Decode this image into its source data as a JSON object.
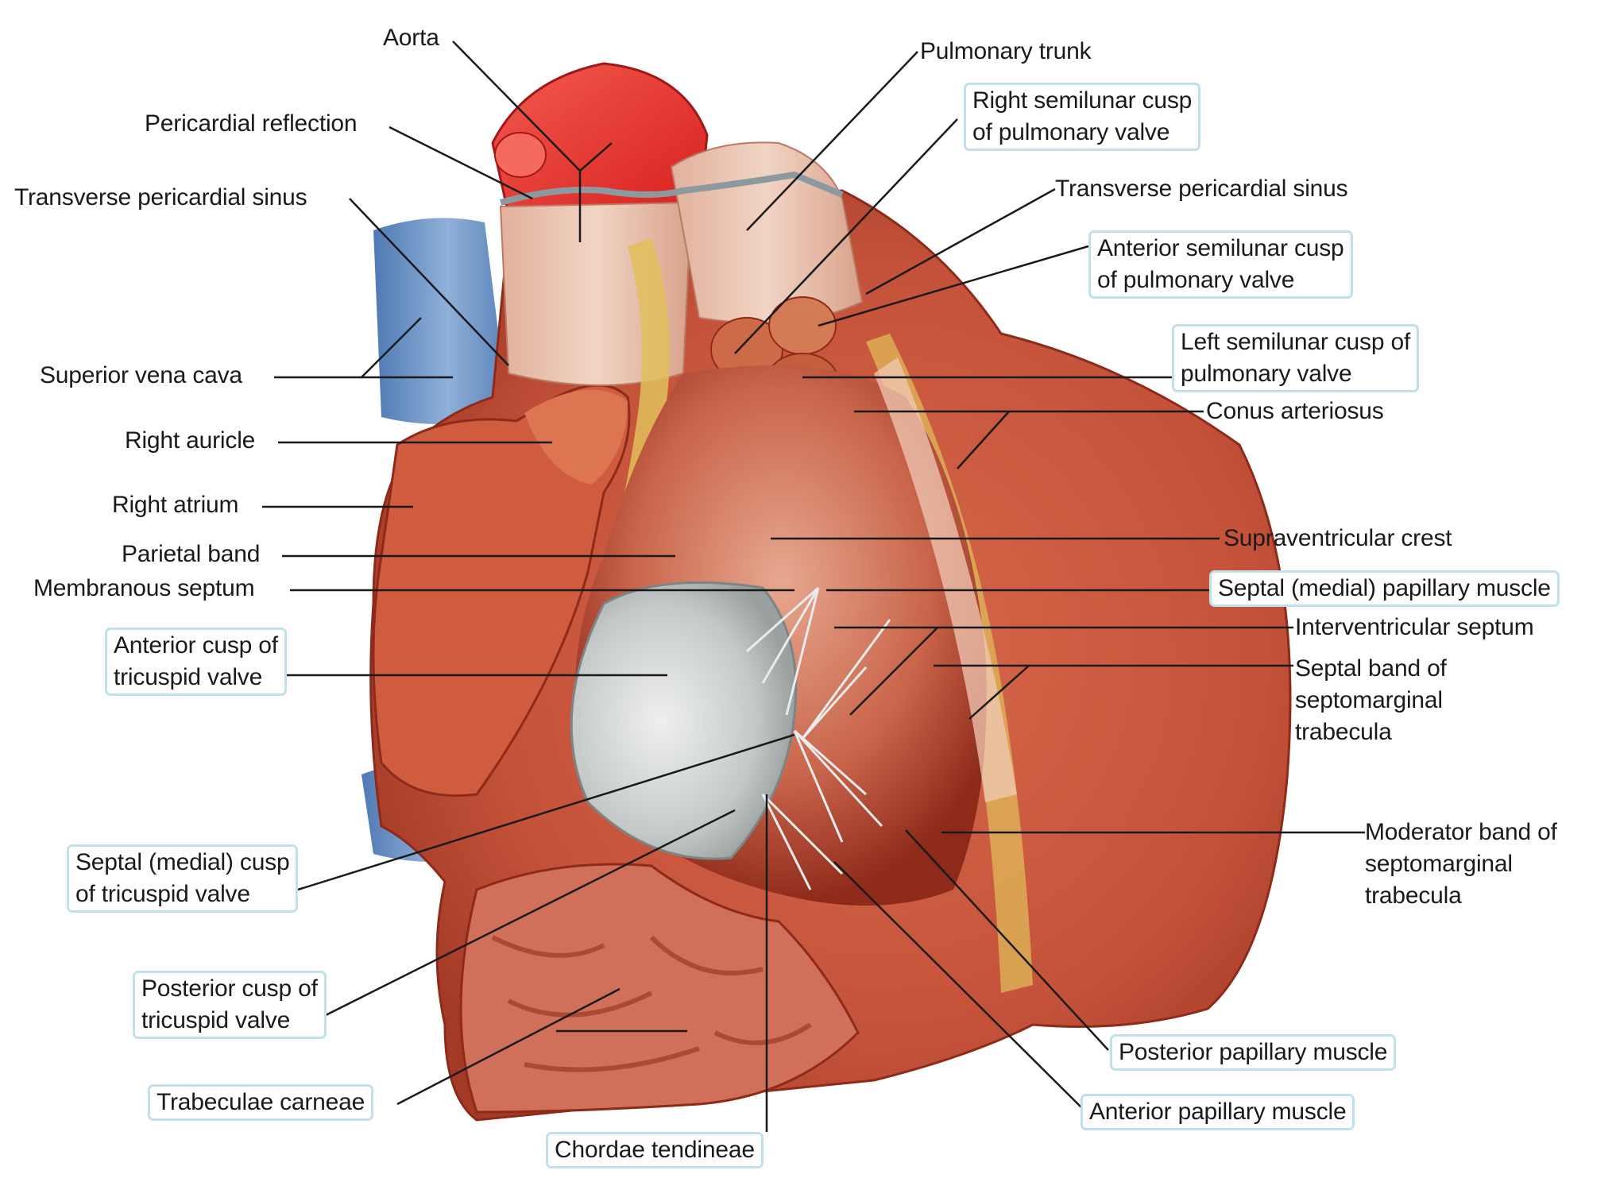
{
  "colors": {
    "myocardium": "#c9573c",
    "myocardium_dark": "#8e2a1a",
    "aorta": "#e8322e",
    "vena_cava": "#6d93c4",
    "vessel_wall": "#e9c2ae",
    "fat": "#e0c05a",
    "valve": "#cfd3d2",
    "leader_line": "#1a1a1a",
    "label_box_border": "#bfe0ec"
  },
  "labels": {
    "aorta": "Aorta",
    "pericardial_reflection": "Pericardial reflection",
    "transverse_sinus_left": "Transverse pericardial sinus",
    "superior_vena_cava": "Superior vena cava",
    "right_auricle": "Right auricle",
    "right_atrium": "Right atrium",
    "parietal_band": "Parietal band",
    "membranous_septum": "Membranous septum",
    "anterior_cusp_tricuspid": [
      "Anterior cusp of",
      "tricuspid valve"
    ],
    "septal_cusp_tricuspid": [
      "Septal (medial) cusp",
      "of tricuspid valve"
    ],
    "posterior_cusp_tricuspid": [
      "Posterior cusp of",
      "tricuspid valve"
    ],
    "trabeculae_carneae": "Trabeculae carneae",
    "chordae_tendineae": "Chordae tendineae",
    "pulmonary_trunk": "Pulmonary trunk",
    "right_semilunar_cusp": [
      "Right semilunar cusp",
      "of pulmonary valve"
    ],
    "transverse_sinus_right": "Transverse pericardial sinus",
    "anterior_semilunar_cusp": [
      "Anterior semilunar cusp",
      "of pulmonary valve"
    ],
    "left_semilunar_cusp": [
      "Left semilunar cusp of",
      "pulmonary valve"
    ],
    "conus_arteriosus": "Conus arteriosus",
    "supraventricular_crest": "Supraventricular crest",
    "septal_papillary_muscle": "Septal (medial) papillary muscle",
    "interventricular_septum": "Interventricular septum",
    "septal_band": [
      "Septal band of",
      "septomarginal",
      "trabecula"
    ],
    "moderator_band": [
      "Moderator band of",
      "septomarginal",
      "trabecula"
    ],
    "posterior_papillary_muscle": "Posterior papillary muscle",
    "anterior_papillary_muscle": "Anterior papillary muscle"
  }
}
